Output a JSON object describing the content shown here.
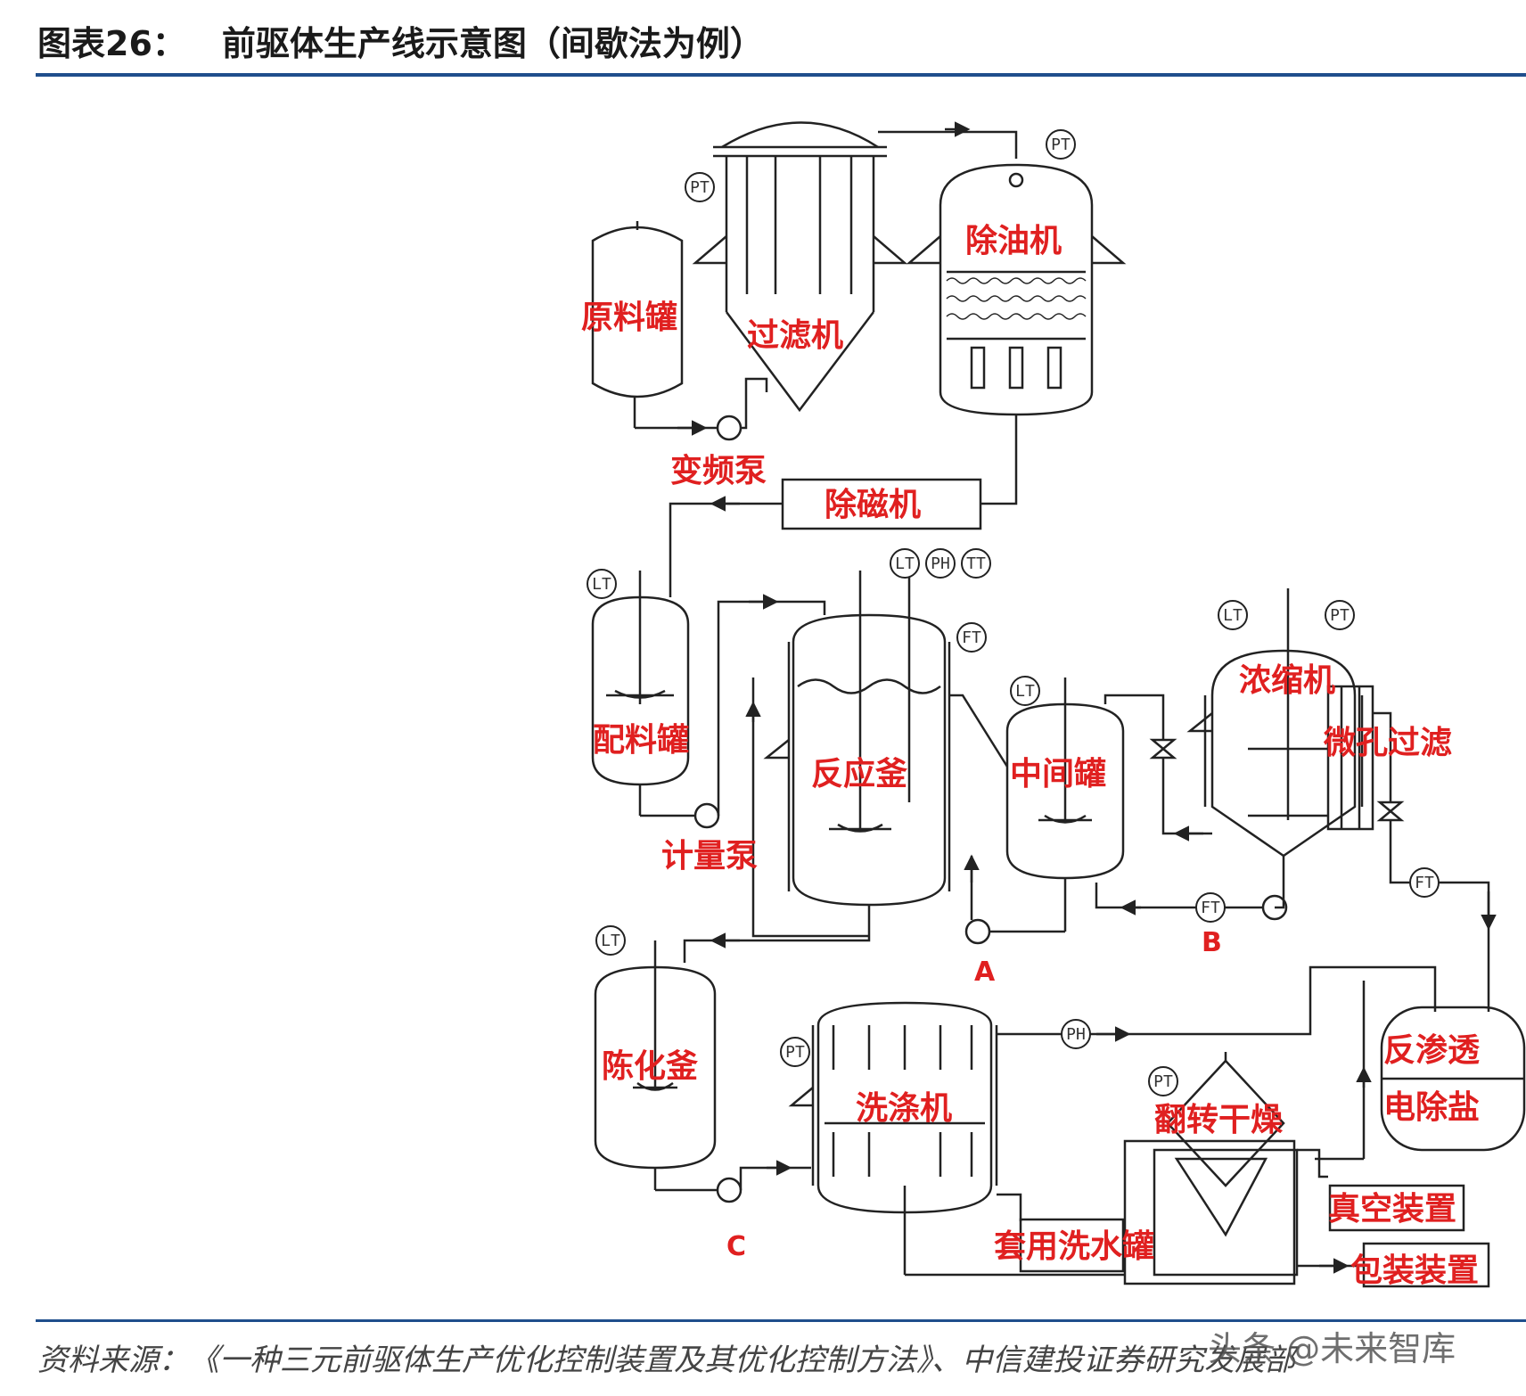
{
  "header": {
    "figure_no": "图表26：",
    "title": "前驱体生产线示意图（间歇法为例）"
  },
  "labels": {
    "raw_tank": "原料罐",
    "filter": "过滤机",
    "deoil": "除油机",
    "vfd_pump": "变频泵",
    "demag": "除磁机",
    "batch_tank": "配料罐",
    "reactor": "反应釜",
    "mid_tank": "中间罐",
    "concentrator": "浓缩机",
    "micro_filter": "微孔过滤",
    "meter_pump": "计量泵",
    "aging_tank": "陈化釜",
    "washer": "洗涤机",
    "flip_dryer": "翻转干燥",
    "reverse_osmosis_1": "反渗透",
    "reverse_osmosis_2": "电除盐",
    "vacuum": "真空装置",
    "reuse_water_tank": "套用洗水罐",
    "packing": "包装装置",
    "point_a": "A",
    "point_b": "B",
    "point_c": "C"
  },
  "instruments": {
    "pt": "PT",
    "lt": "LT",
    "ft": "FT",
    "ph": "PH",
    "tt": "TT"
  },
  "colors": {
    "label": "#e02020",
    "line": "#222222",
    "rule": "#1f4e8c"
  },
  "footer": {
    "source": "资料来源：《一种三元前驱体生产优化控制装置及其优化控制方法》、中信建投证券研究发展部",
    "watermark": "头条 @未来智库"
  }
}
